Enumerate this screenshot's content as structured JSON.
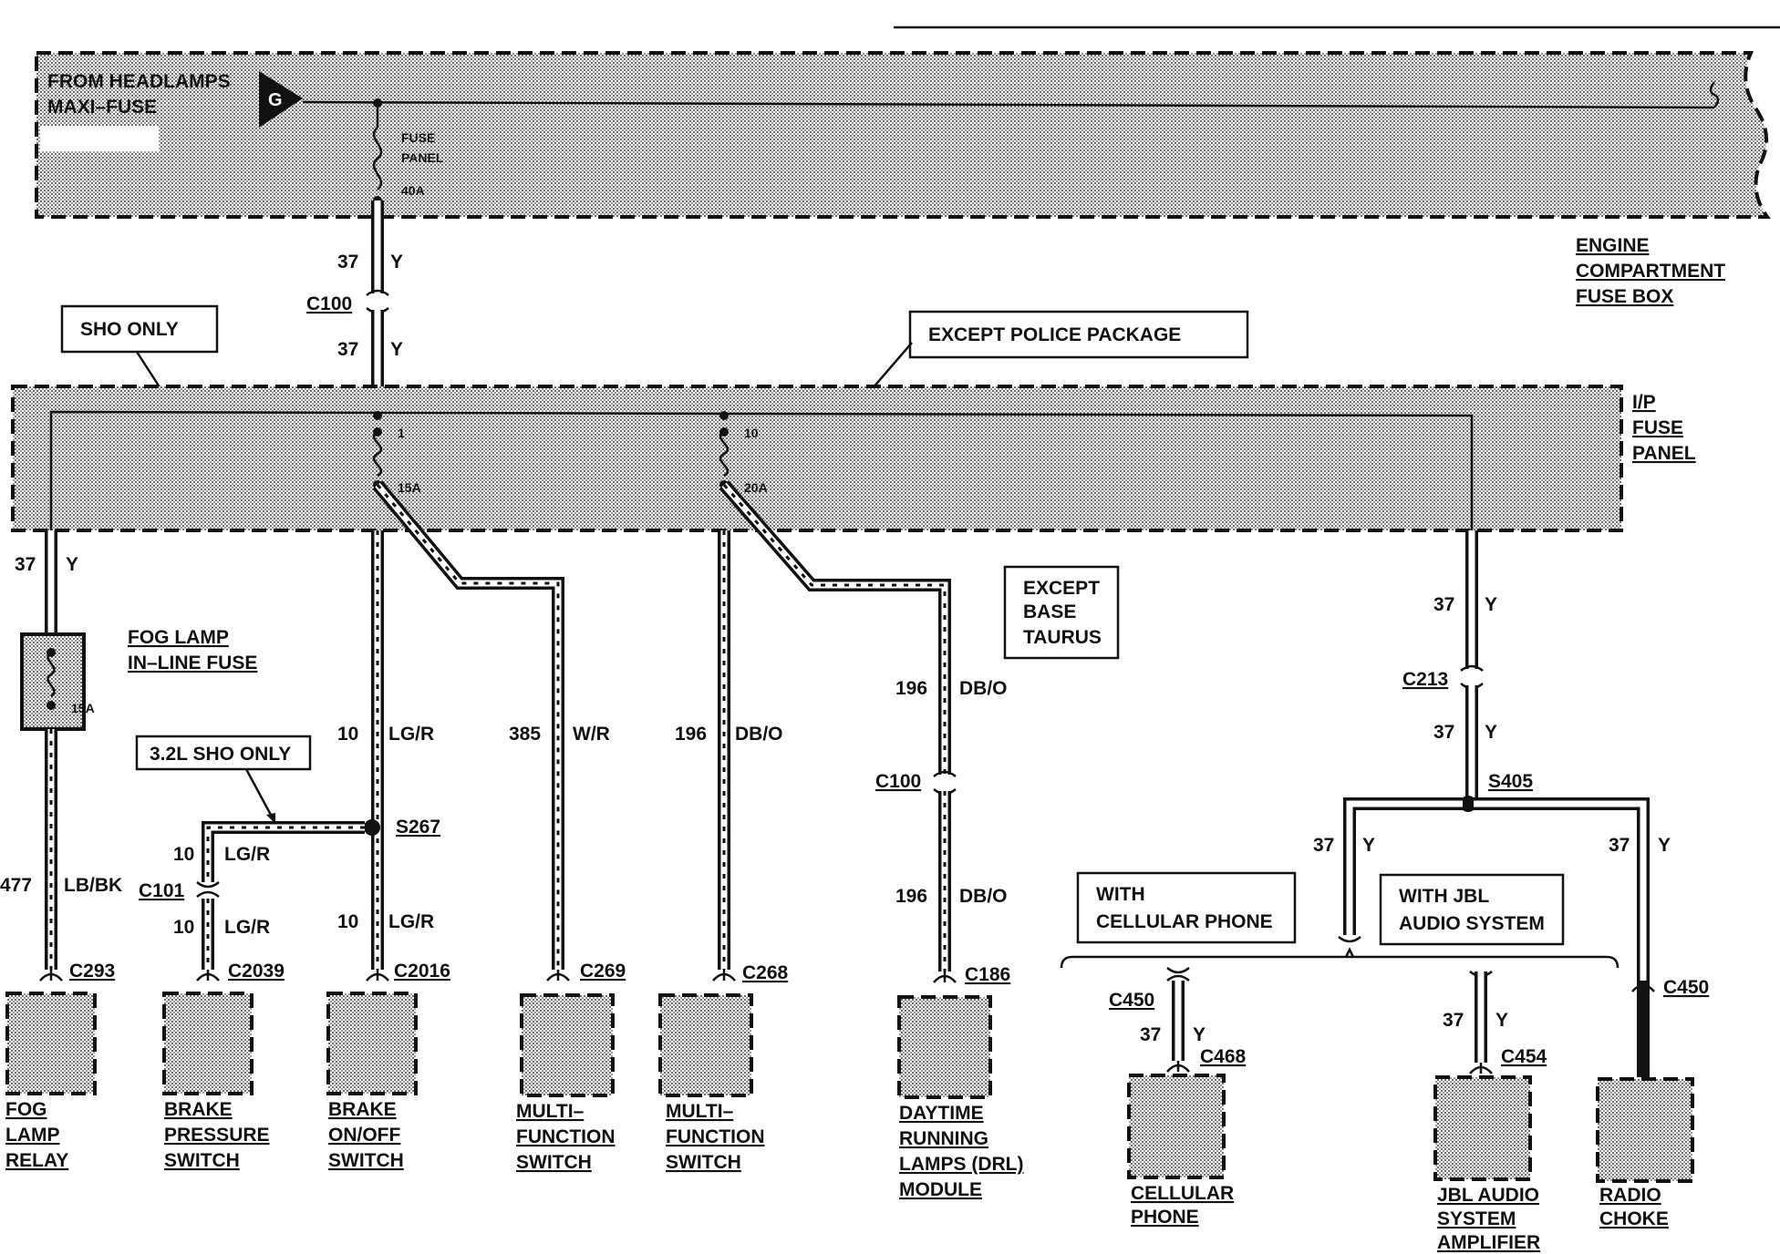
{
  "engine_fuse_box": {
    "from_label_1": "FROM HEADLAMPS",
    "from_label_2": "MAXI–FUSE",
    "connector_letter": "G",
    "fuse_label_1": "FUSE",
    "fuse_label_2": "PANEL",
    "fuse_rating": "40A",
    "title_1": "ENGINE",
    "title_2": "COMPARTMENT",
    "title_3": "FUSE BOX"
  },
  "feed_wire": {
    "upper_circuit": "37",
    "upper_color": "Y",
    "connector": "C100",
    "lower_circuit": "37",
    "lower_color": "Y"
  },
  "callouts": {
    "sho_only": "SHO ONLY",
    "except_police": "EXCEPT POLICE PACKAGE",
    "except_base_1": "EXCEPT",
    "except_base_2": "BASE",
    "except_base_3": "TAURUS",
    "sho_32l": "3.2L SHO ONLY",
    "cellular_1": "WITH",
    "cellular_2": "CELLULAR PHONE",
    "jbl_1": "WITH JBL",
    "jbl_2": "AUDIO SYSTEM"
  },
  "ip_fuse_panel": {
    "title_1": "I/P",
    "title_2": "FUSE",
    "title_3": "PANEL",
    "fuse1_number": "1",
    "fuse1_rating": "15A",
    "fuse10_number": "10",
    "fuse10_rating": "20A"
  },
  "fog_branch": {
    "circuit": "37",
    "color": "Y",
    "fuse_title_1": "FOG LAMP",
    "fuse_title_2": "IN–LINE FUSE",
    "fuse_rating": "15A",
    "out_circuit": "477",
    "out_color": "LB/BK",
    "connector": "C293"
  },
  "brake_pressure_branch": {
    "upper_circuit": "10",
    "upper_color": "LG/R",
    "connector_mid": "C101",
    "lower_circuit": "10",
    "lower_color": "LG/R",
    "connector": "C2039"
  },
  "brake_onoff_branch": {
    "upper_circuit": "10",
    "upper_color": "LG/R",
    "splice": "S267",
    "lower_circuit": "10",
    "lower_color": "LG/R",
    "connector": "C2016"
  },
  "mfs1_branch": {
    "circuit": "385",
    "color": "W/R",
    "connector": "C269"
  },
  "mfs2_branch": {
    "circuit": "196",
    "color": "DB/O",
    "connector": "C268"
  },
  "drl_branch": {
    "upper_circuit": "196",
    "upper_color": "DB/O",
    "connector_mid": "C100",
    "lower_circuit": "196",
    "lower_color": "DB/O",
    "connector": "C186"
  },
  "right_branch": {
    "upper_circuit": "37",
    "upper_color": "Y",
    "connector_mid": "C213",
    "lower_circuit": "37",
    "lower_color": "Y",
    "splice": "S405",
    "left_circuit": "37",
    "left_color": "Y",
    "right_circuit": "37",
    "right_color": "Y",
    "cell_connector_1": "C450",
    "cell_circuit": "37",
    "cell_color": "Y",
    "cell_connector_2": "C468",
    "jbl_circuit": "37",
    "jbl_color": "Y",
    "jbl_connector": "C454",
    "choke_connector": "C450"
  },
  "components": {
    "fog_1": "FOG",
    "fog_2": "LAMP",
    "fog_3": "RELAY",
    "bps_1": "BRAKE",
    "bps_2": "PRESSURE",
    "bps_3": "SWITCH",
    "bos_1": "BRAKE",
    "bos_2": "ON/OFF",
    "bos_3": "SWITCH",
    "mfs1_1": "MULTI–",
    "mfs1_2": "FUNCTION",
    "mfs1_3": "SWITCH",
    "mfs2_1": "MULTI–",
    "mfs2_2": "FUNCTION",
    "mfs2_3": "SWITCH",
    "drl_1": "DAYTIME",
    "drl_2": "RUNNING",
    "drl_3": "LAMPS (DRL)",
    "drl_4": "MODULE",
    "cell_1": "CELLULAR",
    "cell_2": "PHONE",
    "jbl_1": "JBL AUDIO",
    "jbl_2": "SYSTEM",
    "jbl_3": "AMPLIFIER",
    "choke_1": "RADIO",
    "choke_2": "CHOKE"
  }
}
